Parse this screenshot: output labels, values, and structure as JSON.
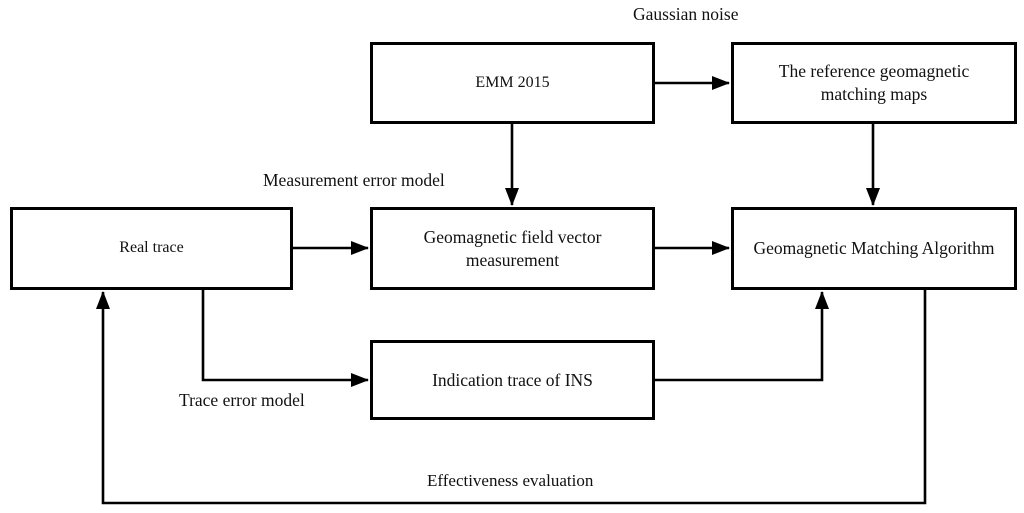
{
  "diagram": {
    "nodes": {
      "emm": {
        "label": "EMM 2015"
      },
      "reference_maps": {
        "label": "The reference geomagnetic matching maps"
      },
      "real_trace": {
        "label": "Real trace"
      },
      "field_measurement": {
        "label": "Geomagnetic field vector measurement"
      },
      "matching_algorithm": {
        "label": "Geomagnetic Matching Algorithm"
      },
      "indication_trace": {
        "label": "Indication trace of INS"
      }
    },
    "edge_labels": {
      "gaussian_noise": "Gaussian noise",
      "measurement_error_model": "Measurement error model",
      "trace_error_model": "Trace error model",
      "effectiveness_evaluation": "Effectiveness evaluation"
    },
    "colors": {
      "line": "#000000",
      "box_fill": "#ffffff",
      "background": "#ffffff",
      "text": "#111111"
    }
  }
}
